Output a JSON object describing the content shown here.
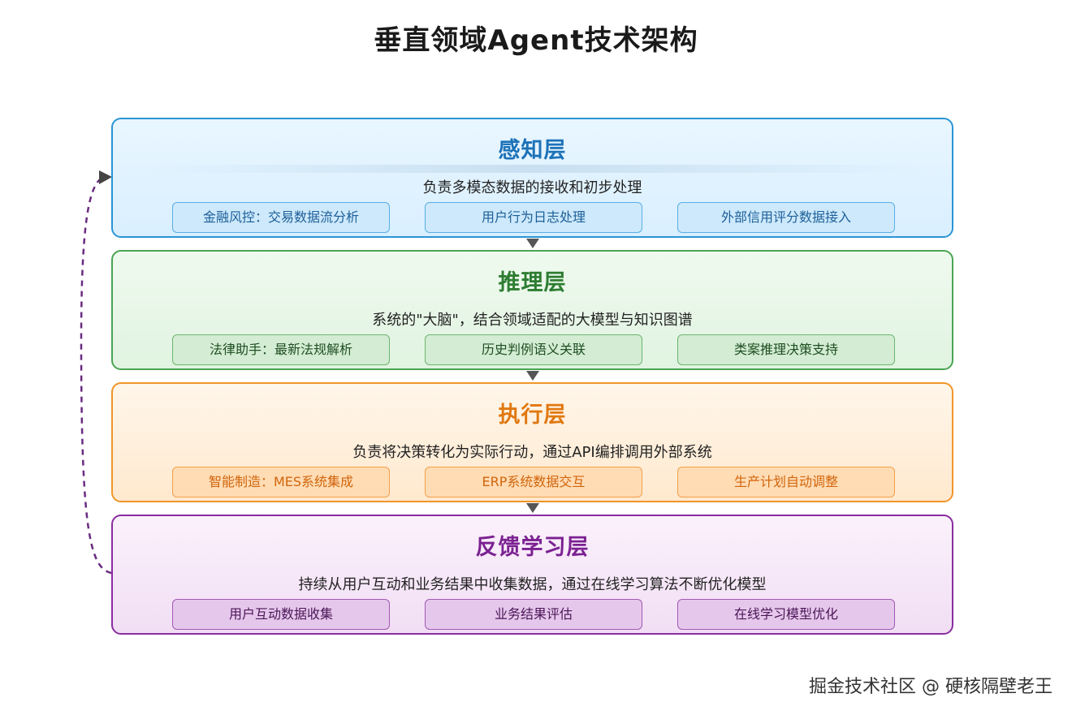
{
  "title": "垂直领域Agent技术架构",
  "layers": [
    {
      "name": "感知层",
      "description": "负责多模态数据的接收和初步处理",
      "items": [
        "金融风控：交易数据流分析",
        "用户行为日志处理",
        "外部信用评分数据接入"
      ],
      "color": "#2a94d6"
    },
    {
      "name": "推理层",
      "description": "系统的\"大脑\"，结合领域适配的大模型与知识图谱",
      "items": [
        "法律助手：最新法规解析",
        "历史判例语义关联",
        "类案推理决策支持"
      ],
      "color": "#4aa553"
    },
    {
      "name": "执行层",
      "description": "负责将决策转化为实际行动，通过API编排调用外部系统",
      "items": [
        "智能制造：MES系统集成",
        "ERP系统数据交互",
        "生产计划自动调整"
      ],
      "color": "#f0952a"
    },
    {
      "name": "反馈学习层",
      "description": "持续从用户互动和业务结果中收集数据，通过在线学习算法不断优化模型",
      "items": [
        "用户互动数据收集",
        "业务结果评估",
        "在线学习模型优化"
      ],
      "color": "#8a2da0"
    }
  ],
  "watermark": "掘金技术社区 @ 硬核隔壁老王"
}
